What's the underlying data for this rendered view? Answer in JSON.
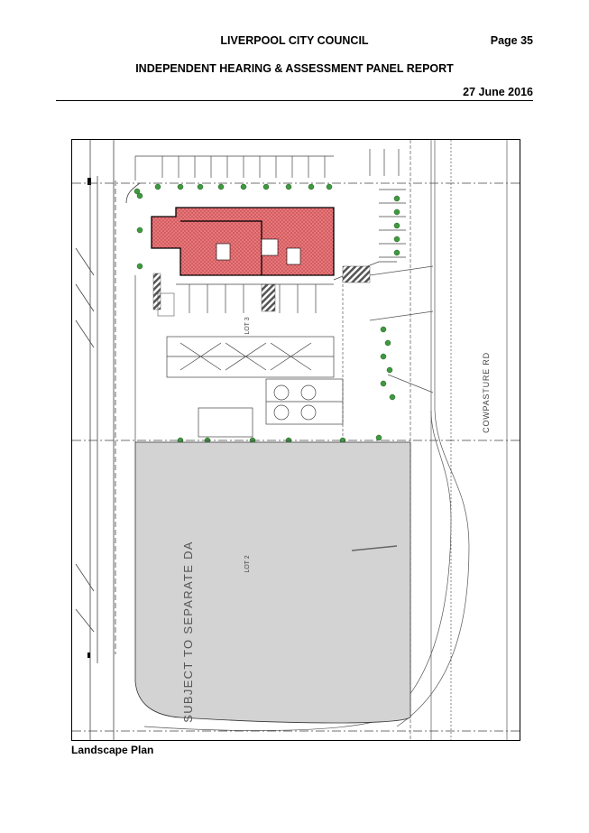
{
  "header": {
    "council": "LIVERPOOL CITY COUNCIL",
    "page": "Page 35",
    "report_title": "INDEPENDENT HEARING & ASSESSMENT PANEL REPORT",
    "date": "27 June 2016"
  },
  "plan": {
    "road_label": "COWPASTURE RD",
    "separate_da_label": "SUBJECT TO SEPARATE DA",
    "lot2_label": "LOT 2",
    "lot3_label": "LOT 3",
    "colors": {
      "building_hatch": "#e8777a",
      "separate_da_fill": "#d3d3d3",
      "linework": "#333333",
      "tree_green": "#3f9a3f"
    }
  },
  "caption": "Landscape Plan"
}
